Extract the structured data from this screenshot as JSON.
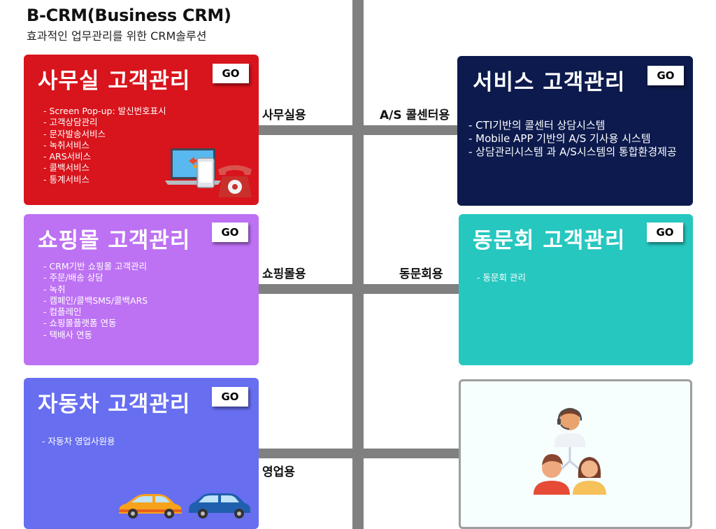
{
  "header": {
    "title": "B-CRM(Business CRM)",
    "subtitle": "효과적인 업무관리를 위한 CRM솔루션"
  },
  "connectors": {
    "office": "사무실용",
    "callcenter": "A/S 콜센터용",
    "shopping": "쇼핑몰용",
    "alumni": "동문회용",
    "sales": "영업용"
  },
  "cards": {
    "office": {
      "title": "사무실 고객관리",
      "go": "GO",
      "items": [
        "- Screen Pop-up: 발신번호표시",
        "- 고객상담관리",
        "- 문자발송서비스",
        "- 녹취서비스",
        "- ARS서비스",
        "- 콜백서비스",
        "- 통계서비스"
      ]
    },
    "service": {
      "title": "서비스 고객관리",
      "go": "GO",
      "items": [
        "- CTI기반의 콜센터 상담시스템",
        "- Mobile APP 기반의 A/S 기사용 시스템",
        "- 상담관리시스템 과 A/S시스템의 통합환경제공"
      ]
    },
    "shopping": {
      "title": "쇼핑몰  고객관리",
      "go": "GO",
      "items": [
        "- CRM기반 쇼핑몰 고객관리",
        "- 주문/배송 상담",
        "- 녹취",
        "- 캠페인/콜백SMS/콜백ARS",
        "- 컴플레인",
        "- 쇼핑몰플랫폼 연동",
        "- 택배사 연동"
      ]
    },
    "alumni": {
      "title": "동문회  고객관리",
      "go": "GO",
      "items": [
        "- 동문회 관리"
      ]
    },
    "car": {
      "title": "자동차  고객관리",
      "go": "GO",
      "items": [
        "- 자동차 영업사원용"
      ]
    }
  },
  "colors": {
    "office": "#d8141c",
    "service": "#0c1a4d",
    "shopping": "#bd71f3",
    "alumni": "#26c7bf",
    "car": "#676ef0",
    "connector": "#808080"
  },
  "icons": {
    "office": "laptop-phone-telephone-icon",
    "car": "two-cars-icon",
    "people": "customer-service-network-icon"
  }
}
